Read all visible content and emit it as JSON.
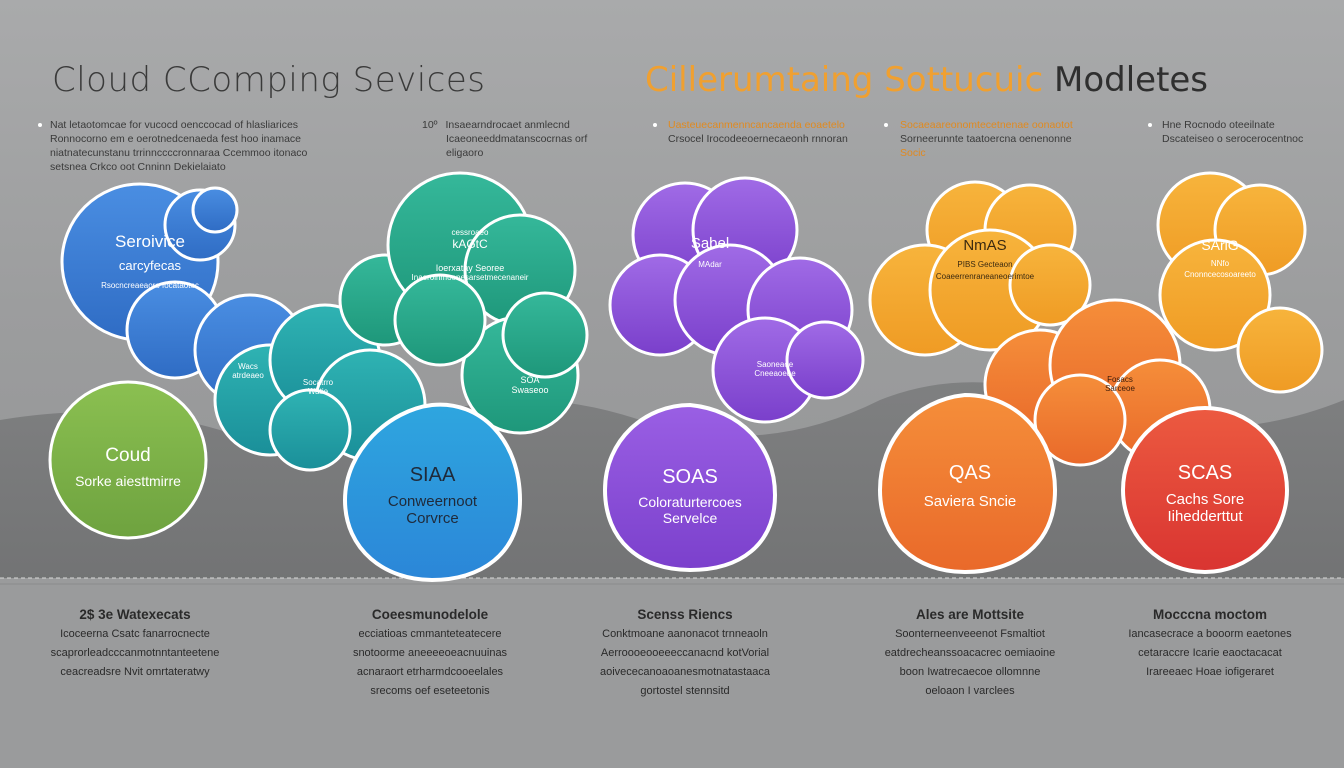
{
  "title_left": "Cloud  CComping Sevices",
  "title_right_orange": "Cillerumtaing Sottucuic",
  "title_right_dark": " Modletes",
  "top_texts": [
    {
      "marker": "",
      "lines": [
        "Nat letaotomcae  for vucocd oenccocad of hlasliarices",
        "Ronnocorno em e oerotnedcenaeda fest hoo inamace",
        "niatnatecunstanu trrinnccccronnaraa Ccemmoo itonaco",
        "setsnea Crkco oot Cnninn Dekielaiato"
      ]
    },
    {
      "marker": "10º",
      "lines": [
        "Insaearndrocaet anmlecnd",
        "Icaeoneeddmatanscocrnas orf eligaoro"
      ]
    },
    {
      "marker": "",
      "lines": [
        "Uasteuecanmenncancaenda  eoaetelo",
        "Crsocel Irocodeeoernecaeonh rnnoran"
      ]
    },
    {
      "marker": "",
      "lines": [
        "Socaeaareonomtecetnenae  oonaotot",
        "Sorneerunnte taatoercna oenenonne",
        "Socic"
      ]
    },
    {
      "marker": "",
      "lines": [
        "Hne Rocnodo oteeilnate",
        "Dscateiseo o serocerocentnoc"
      ]
    }
  ],
  "clouds": {
    "blue": {
      "title": "Seroivice",
      "sub": "carcyfecas",
      "fine": "Rsocncreaeaoro focataotec"
    },
    "teal_small": {
      "line1": "Wacs",
      "line2": "atrdeaeo"
    },
    "teal_mid": {
      "line1": "Socatrro",
      "line2": "Watie"
    },
    "green_top": {
      "l1": "cessroaeo",
      "l2": "kAGtC",
      "l3": "Ioerxatay Seoree",
      "l4": "Inaerolnmoenesarsetmecenaneir"
    },
    "green_small": {
      "l1": "SOA",
      "l2": "Swaseoo"
    },
    "purple_top": {
      "l1": "Sabel",
      "l2": "MAdar"
    },
    "purple_mid": {
      "l1": "Saoneaoe",
      "l2": "Cneeaoeue"
    },
    "amber": {
      "l1": "NmAS",
      "l2": "PIBS Gecteaon",
      "l3": "Coaeerrenraneaneoerimtoe"
    },
    "amber_right": {
      "l1": "SAriG",
      "l2": "NNfo",
      "l3": "Cnonncecosoareeto"
    },
    "orange_mid": {
      "l1": "Fosacs",
      "l2": "Sarceoe"
    }
  },
  "circles": {
    "green": {
      "line1": "Coud",
      "line2": "Sorke aiesttmirre"
    },
    "blue": {
      "line1": "SIAA",
      "line2": "Conweernoot",
      "line3": "Corvrce"
    },
    "purple": {
      "line1": "SOAS",
      "line2": "Coloraturtercoes",
      "line3": "Servelce"
    },
    "orange": {
      "line1": "QAS",
      "line2": "Saviera Sncie"
    },
    "red": {
      "line1": "SCAS",
      "line2": "Cachs Sore",
      "line3": "Iihedderttut"
    }
  },
  "bottom": [
    {
      "title": "2$ 3e Watexecats",
      "lines": [
        "Icoceerna Csatc fanarrocnecte",
        "scaprorleadcccanmotnntanteetene",
        "ceacreadsre Nvit omrtateratwy"
      ]
    },
    {
      "title": "Coeesmunodelole",
      "lines": [
        "ecciatioas cmmanteteatecere",
        "snotoorme aneeeeoeacnuuinas",
        "acnaraort etrharmdcooeelales",
        "srecoms oef  eseteetonis"
      ]
    },
    {
      "title": "Scenss Riencs",
      "lines": [
        "Conktmoane aanonacot trnneaoln",
        "Aerroooeooeeeccanacnd kotVorial",
        "aoivececanoaoanesmotnatastaaca",
        "gortostel stennsitd"
      ]
    },
    {
      "title": "Ales are Mottsite",
      "lines": [
        "Soonterneenveeenot Fsmaltiot",
        "eatdrecheanssoacacrec oemiaoine",
        "boon  Iwatrecaecoe ollomnne",
        "oeloaon I varclees"
      ]
    },
    {
      "title": "Mocccna moctom",
      "lines": [
        "Iancasecrace a  booorm eaetones",
        "cetaraccre  Icarie eaoctacacat",
        "Irareeaec Hoae  iofigeraret"
      ]
    }
  ],
  "colors": {
    "blue": "#3f7fd6",
    "teal": "#22a3a8",
    "green": "#2aa887",
    "purple": "#8c52d9",
    "amber": "#f2a531",
    "orange": "#f07a2a",
    "red": "#e0413a",
    "lime": "#7fb24a",
    "orange_title": "#f0a030"
  }
}
